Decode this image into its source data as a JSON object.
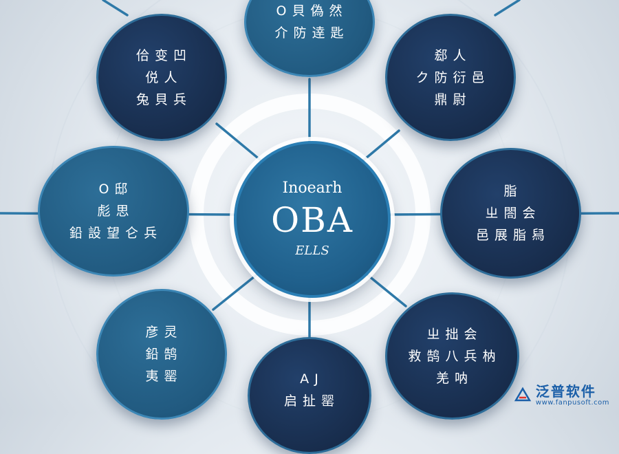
{
  "center": {
    "top": "Inoearh",
    "main": "OBA",
    "sub": "ELLS"
  },
  "nodes": [
    {
      "lines": [
        "O 貝 偽 然",
        "介 防 逹 匙"
      ]
    },
    {
      "lines": [
        "佮 变 凹",
        "侻 人",
        "兔 貝 兵"
      ]
    },
    {
      "lines": [
        "郄 人",
        "ク 防 衍 邑",
        "鼎 尉"
      ]
    },
    {
      "lines": [
        "O 邸",
        "彪 思",
        "鉛 設 望 仑 兵"
      ]
    },
    {
      "lines": [
        "脂",
        "ㄓ 閤 会",
        "邑 展 脂 舄"
      ]
    },
    {
      "lines": [
        "彦 灵",
        "鉛 鹄",
        "夷 罂"
      ]
    },
    {
      "lines": [
        "ㄓ 拙 会",
        "救 鹄 八 兵 枘",
        "羌 呐"
      ]
    },
    {
      "lines": [
        "A J",
        "启 扯 罂"
      ]
    }
  ],
  "brand": {
    "name": "泛普软件",
    "url": "www.fanpusoft.com"
  },
  "colors": {
    "dark_node": "#182d4d",
    "mid_node": "#215a80",
    "center": "#1f5f8b",
    "connector": "#2e79a8",
    "brand": "#1b5fa8"
  }
}
